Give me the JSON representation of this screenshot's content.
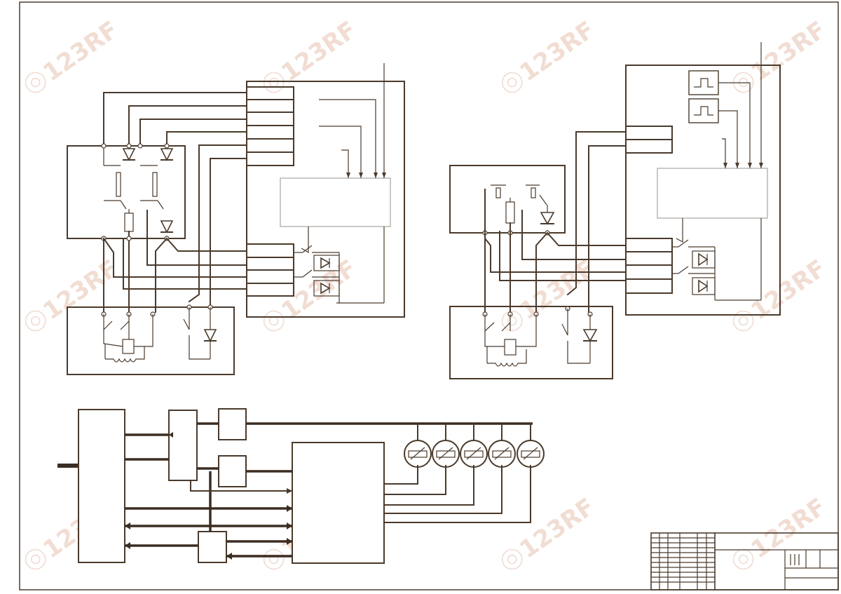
{
  "watermark": {
    "text": "123RF",
    "color": "#f0dcd2"
  },
  "colors": {
    "line": "#4a3a2c",
    "frame": "#5a4a3c",
    "grey_block": "#b7b2ad",
    "background": "#ffffff"
  },
  "diagram": {
    "kind": "electrical schematic drawing sheet",
    "schematics": [
      "left relay control schematic",
      "right relay control schematic",
      "bottom block diagram with gauges"
    ],
    "gauge_count": 5,
    "title_block": "drawing title block (bottom-right)"
  }
}
